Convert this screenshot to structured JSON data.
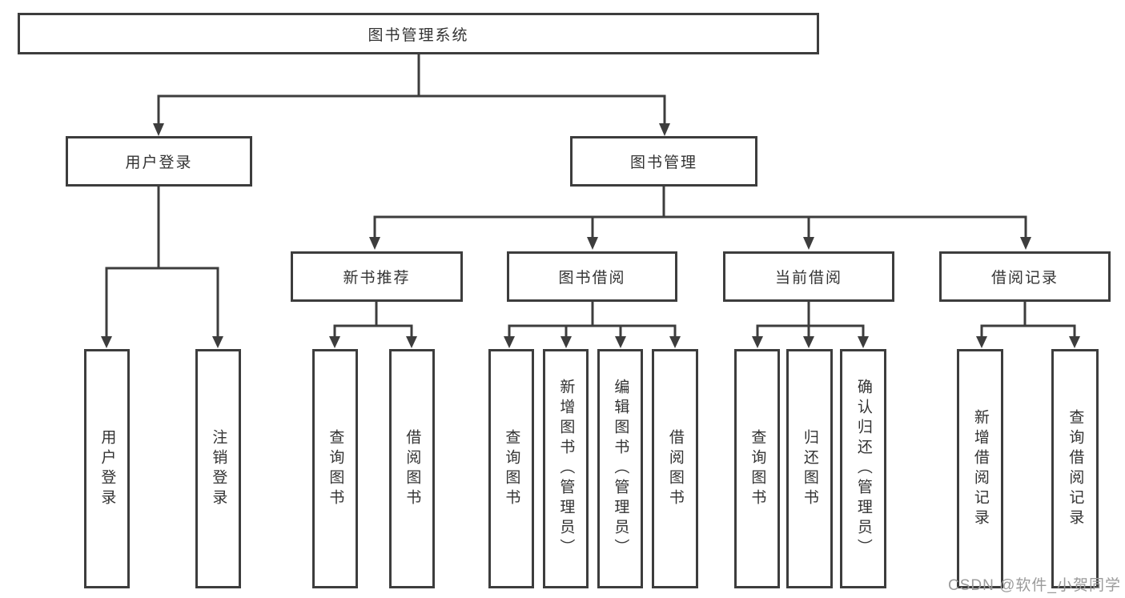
{
  "tree": {
    "root": {
      "label": "图书管理系统"
    },
    "level2": [
      {
        "label": "用户登录",
        "children": [
          {
            "label": "用户登录"
          },
          {
            "label": "注销登录"
          }
        ]
      },
      {
        "label": "图书管理",
        "children": [
          {
            "label": "新书推荐",
            "children": [
              {
                "label": "查询图书"
              },
              {
                "label": "借阅图书"
              }
            ]
          },
          {
            "label": "图书借阅",
            "children": [
              {
                "label": "查询图书"
              },
              {
                "label": "新增图书（管理员）"
              },
              {
                "label": "编辑图书（管理员）"
              },
              {
                "label": "借阅图书"
              }
            ]
          },
          {
            "label": "当前借阅",
            "children": [
              {
                "label": "查询图书"
              },
              {
                "label": "归还图书"
              },
              {
                "label": "确认归还（管理员）"
              }
            ]
          },
          {
            "label": "借阅记录",
            "children": [
              {
                "label": "新增借阅记录"
              },
              {
                "label": "查询借阅记录"
              }
            ]
          }
        ]
      }
    ]
  },
  "watermark": {
    "text": "CSDN @软件_小贺同学",
    "color": "#9b9b9b"
  },
  "colors": {
    "line": "#3d3d3d",
    "text": "#333333",
    "box_fill": "#ffffff",
    "background": "#ffffff"
  }
}
